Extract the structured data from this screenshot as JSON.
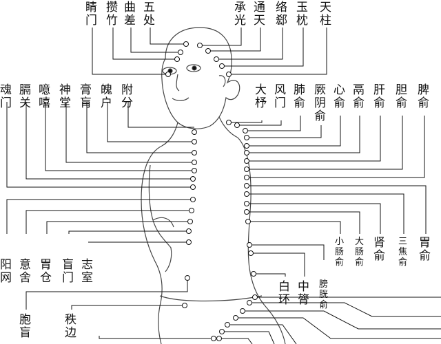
{
  "figure": {
    "colors": {
      "line": "#111111",
      "body": "#444444",
      "point_fill": "#ffffff",
      "background": "#ffffff"
    }
  },
  "labels": {
    "jingming": "睛\n门",
    "cuanzhu": "攒\n竹",
    "qucha": "曲\n差",
    "wuchu": "五\n处",
    "chengguang": "承\n光",
    "tongtian": "通\n天",
    "luoque": "络\n郄",
    "yuzhen": "玉\n枕",
    "tianzhu": "天\n柱",
    "hunmen": "魂\n门",
    "geguan": "膈\n关",
    "yixi": "噫\n嘻",
    "shentang": "神\n堂",
    "gaohuang": "膏\n肓",
    "pohu": "魄\n户",
    "fufen": "附\n分",
    "dazhu": "大\n杼",
    "fengmen": "风\n门",
    "feishu": "肺\n俞",
    "jueyinshu": "厥\n阴\n俞",
    "xinshu": "心\n俞",
    "geshu": "鬲\n俞",
    "ganshu": "肝\n俞",
    "danshu": "胆\n俞",
    "pishu": "脾\n俞",
    "yanggang": "阳\n网",
    "yishe": "意\n舍",
    "weicang": "胃\n仓",
    "huangmen": "盲\n门",
    "zhishi": "志\n室",
    "xiaochangshu": "小\n肠\n俞",
    "dachangshu": "大\n肠\n俞",
    "shenshu": "肾\n俞",
    "sanjiaoshu": "三\n焦\n俞",
    "weishu": "胃\n俞",
    "baihuanshu": "白\n环",
    "zhonglushu": "中\n膂",
    "pangguangshu": "膀\n胱\n俞",
    "baohuang": "胞\n盲",
    "zhibian": "秩\n边"
  }
}
